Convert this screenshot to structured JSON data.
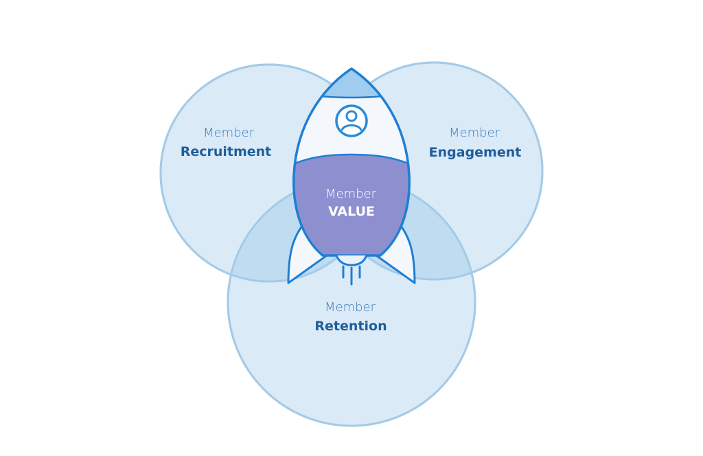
{
  "diagram": {
    "circles": [
      {
        "id": "recruitment",
        "line1": "Member",
        "line2": "Recruitment"
      },
      {
        "id": "engagement",
        "line1": "Member",
        "line2": "Engagement"
      },
      {
        "id": "retention",
        "line1": "Member",
        "line2": "Retention"
      }
    ],
    "center": {
      "line1": "Member",
      "line2": "VALUE"
    }
  },
  "colors": {
    "circle_fill": "#dbeaf7",
    "circle_stroke": "#a3cbe7",
    "overlap_fill": "#bfdcf1",
    "label_light": "#3a7fbd",
    "label_bold": "#1f5e99",
    "rocket_stroke": "#1e7fd4",
    "rocket_body": "#f4f8fc",
    "rocket_tip": "#9fccef",
    "rocket_window": "#2a8ad8",
    "rocket_value_fill": "#8e8fcf",
    "center_text": "#ffffff"
  },
  "icons": [
    "rocket-icon",
    "user-avatar-icon",
    "exhaust-lines-icon"
  ]
}
